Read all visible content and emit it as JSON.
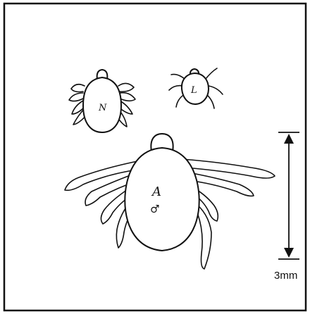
{
  "specimens": {
    "nymph": {
      "label": "N"
    },
    "larva": {
      "label": "L"
    },
    "adult": {
      "label": "A",
      "sex_symbol": "♂"
    }
  },
  "scale_bar": {
    "label": "3mm"
  },
  "icons": {
    "scale_arrow": "double-headed-vertical-arrow"
  },
  "colors": {
    "ink": "#111111",
    "background": "#ffffff"
  }
}
